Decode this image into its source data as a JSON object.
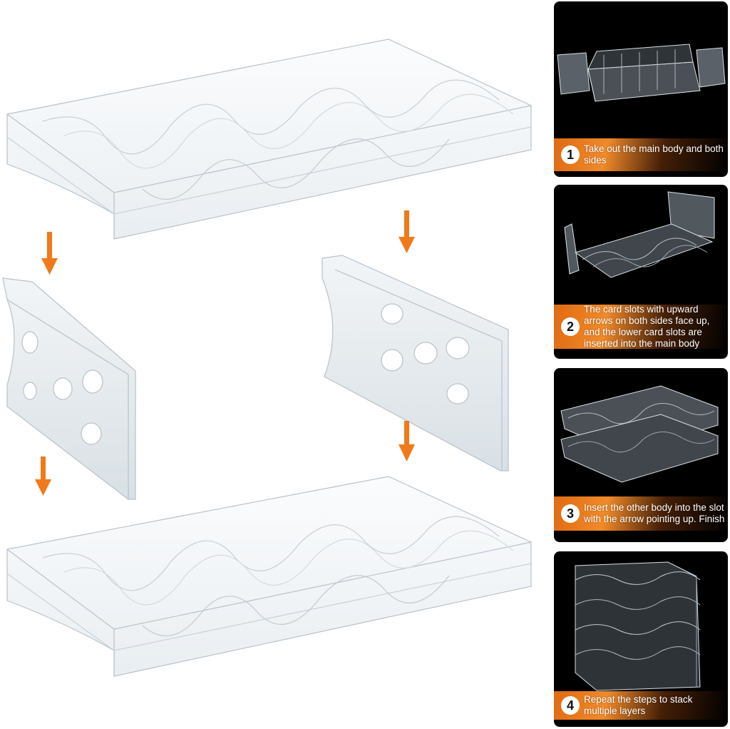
{
  "accent_color": "#f07a1a",
  "arrow_icon": "arrow-down-icon",
  "steps": [
    {
      "number": "1",
      "text": "Take out the main body and both sides"
    },
    {
      "number": "2",
      "text": "The card slots with upward arrows on both sides face up, and the lower card slots are inserted into the main body"
    },
    {
      "number": "3",
      "text": "Insert the other body into the slot with the arrow pointing up. Finish"
    },
    {
      "number": "4",
      "text": "Repeat the steps to stack multiple layers"
    }
  ]
}
